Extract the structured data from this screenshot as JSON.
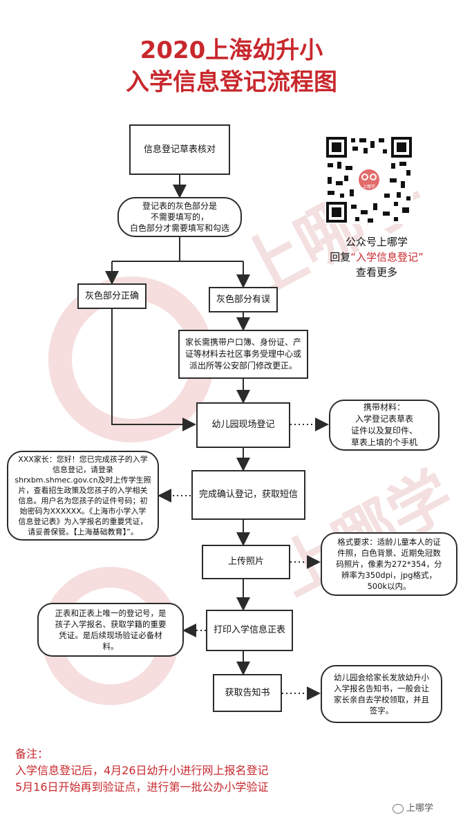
{
  "title": {
    "line1": "2020上海幼升小",
    "line2": "入学信息登记流程图"
  },
  "watermark": {
    "text": "上哪学"
  },
  "qr": {
    "center_text": "上哪学"
  },
  "follow": {
    "line1": "公众号上哪学",
    "line2_prefix": "回复",
    "line2_highlight": "“入学信息登记”",
    "line3": "查看更多"
  },
  "flow": {
    "step1": "信息登记草表核对",
    "step2": "登记表的灰色部分是\n不需要填写的，\n白色部分才需要填写和勾选",
    "gray_correct": "灰色部分正确",
    "gray_wrong": "灰色部分有误",
    "fix": "家长需携带户口簿、身份证、产\n证等材料去社区事务受理中心或\n派出所等公安部门修改更正。",
    "onsite": "幼儿园现场登记",
    "confirm": "完成确认登记，获取短信",
    "upload": "上传照片",
    "print": "打印入学信息正表",
    "notice": "获取告知书"
  },
  "notes": {
    "materials": "携带材料：\n入学登记表草表\n证件以及复印件、\n草表上填的个手机",
    "sms": "XXX家长：您好！您已完成孩子的入学\n信息登记，请登录\nshrxbm.shmec.gov.cn及时上传学生照\n片，查看招生政策及您孩子的入学相关\n信息。用户名为您孩子的证件号码；初\n始密码为XXXXXX。《上海市小学入学\n信息登记表》为入学报名的重要凭证，\n请妥善保管。【上海基础教育】”。",
    "photo": "格式要求：适龄儿童本人的证\n件照，白色背景、近期免冠数\n码照片，像素为272*354，分\n辨率为350dpi，jpg格式，\n500k以内。",
    "print_note": "正表和正表上唯一的登记号，是\n孩子入学报名、获取学籍的重要\n凭证。是后续现场验证必备材\n料。",
    "notice_note": "幼儿园会给家长发放幼升小\n入学报名告知书，一般会让\n家长亲自去学校领取，并且\n签字。"
  },
  "remarks": {
    "label": "备注：",
    "line1": "入学信息登记后，4月26日幼升小进行网上报名登记",
    "line2": "5月16日开始再到验证点，进行第一批公办小学验证"
  },
  "brand": {
    "text": "上哪学"
  }
}
